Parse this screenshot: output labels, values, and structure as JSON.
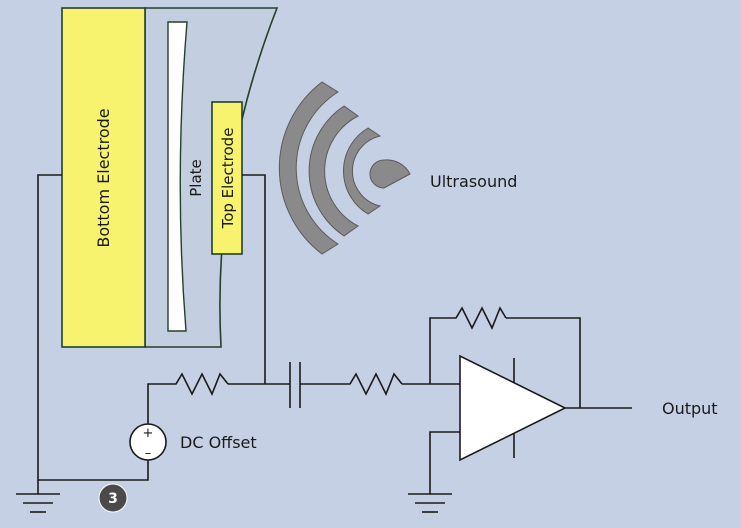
{
  "labels": {
    "bottom_electrode": "Bottom Electrode",
    "plate": "Plate",
    "top_electrode": "Top Electrode",
    "ultrasound": "Ultrasound",
    "dc_offset": "DC Offset",
    "output": "Output",
    "plus_sign": "+",
    "minus_sign": "–",
    "badge_number": "3"
  },
  "colors": {
    "background": "#c6d0e4",
    "electrode_fill": "#f7f36e",
    "plate_fill": "#c3cfe0",
    "outline": "#24402a",
    "wave_fill": "#8a8a8a",
    "wire": "#1a1a1a",
    "badge_fill": "#4a4a4a",
    "badge_text": "#ffffff"
  },
  "icons": {
    "ultrasound": "ultrasound-waves-icon",
    "ground": "ground-icon",
    "voltage_source": "dc-voltage-source-icon",
    "resistor": "resistor-icon",
    "capacitor": "capacitor-icon",
    "op_amp": "op-amp-icon"
  }
}
